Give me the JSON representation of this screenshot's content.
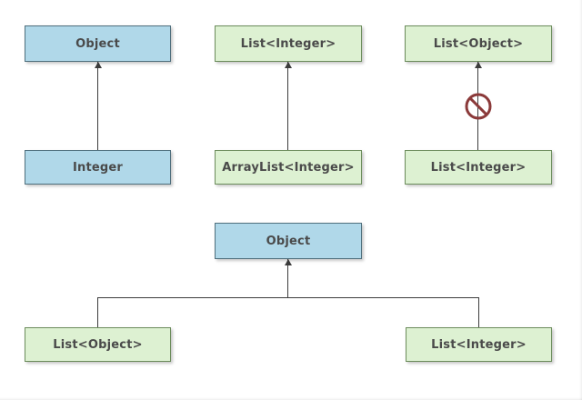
{
  "diagram": {
    "type": "class-hierarchy",
    "background_color": "#ffffff",
    "palette": {
      "blue_fill": "#b0d8e9",
      "blue_border": "#4f6f7d",
      "green_fill": "#ddf1d2",
      "green_border": "#6c8c5c",
      "text_color": "#4a4a4a",
      "connector_color": "#3c3c3c",
      "prohibition_color": "#8b3a3a"
    },
    "groups": [
      {
        "id": "group-object-integer",
        "nodes": [
          {
            "id": "n1",
            "label": "Object",
            "style": "blue"
          },
          {
            "id": "n2",
            "label": "Integer",
            "style": "blue"
          }
        ],
        "relation": "generalization",
        "forbidden": false
      },
      {
        "id": "group-list-arraylist",
        "nodes": [
          {
            "id": "n3",
            "label": "List<Integer>",
            "style": "green"
          },
          {
            "id": "n4",
            "label": "ArrayList<Integer>",
            "style": "green"
          }
        ],
        "relation": "generalization",
        "forbidden": false
      },
      {
        "id": "group-list-object-list-integer",
        "nodes": [
          {
            "id": "n5",
            "label": "List<Object>",
            "style": "green"
          },
          {
            "id": "n6",
            "label": "List<Integer>",
            "style": "green"
          }
        ],
        "relation": "generalization",
        "forbidden": true,
        "forbidden_marker": "prohibition-icon"
      },
      {
        "id": "group-object-fork",
        "nodes": [
          {
            "id": "n7",
            "label": "Object",
            "style": "blue"
          },
          {
            "id": "n8",
            "label": "List<Object>",
            "style": "green"
          },
          {
            "id": "n9",
            "label": "List<Integer>",
            "style": "green"
          }
        ],
        "relation": "generalization",
        "forbidden": false
      }
    ]
  }
}
